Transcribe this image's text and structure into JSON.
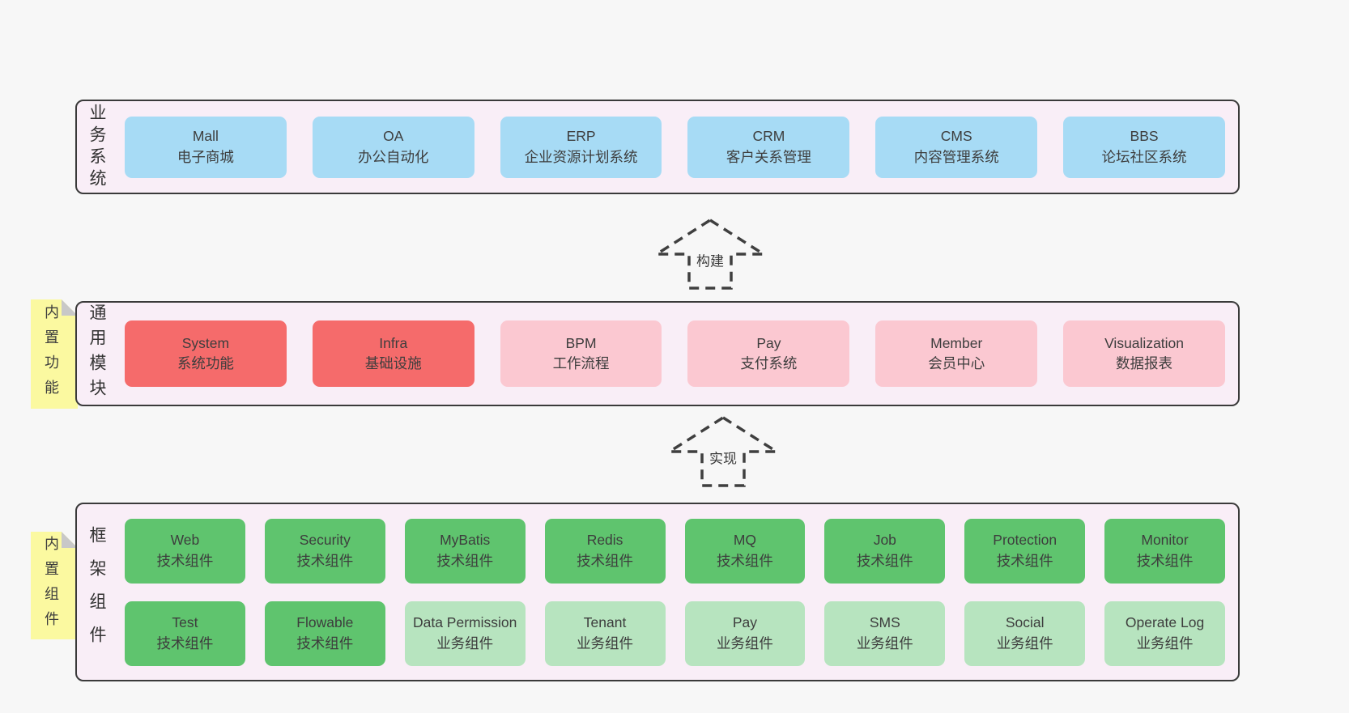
{
  "colors": {
    "page_bg": "#f7f7f7",
    "panel_bg": "#f9eef7",
    "panel_border": "#3a3a3a",
    "blue": "#a7dbf5",
    "red": "#f56b6b",
    "pink": "#fbc8d1",
    "green": "#5fc46e",
    "green_light": "#b7e4bf",
    "tag_bg": "#fbf9a0",
    "tag_fold": "#c8c8c8",
    "arrow_stroke": "#3f3f3f"
  },
  "arrows": [
    {
      "label": "构建"
    },
    {
      "label": "实现"
    }
  ],
  "panels": [
    {
      "label": "业务系统",
      "tag": "",
      "rows": [
        [
          {
            "title": "Mall",
            "subtitle": "电子商城",
            "variant": "blue"
          },
          {
            "title": "OA",
            "subtitle": "办公自动化",
            "variant": "blue"
          },
          {
            "title": "ERP",
            "subtitle": "企业资源计划系统",
            "variant": "blue"
          },
          {
            "title": "CRM",
            "subtitle": "客户关系管理",
            "variant": "blue"
          },
          {
            "title": "CMS",
            "subtitle": "内容管理系统",
            "variant": "blue"
          },
          {
            "title": "BBS",
            "subtitle": "论坛社区系统",
            "variant": "blue"
          }
        ]
      ]
    },
    {
      "label": "通用模块",
      "tag": "内置功能",
      "rows": [
        [
          {
            "title": "System",
            "subtitle": "系统功能",
            "variant": "red"
          },
          {
            "title": "Infra",
            "subtitle": "基础设施",
            "variant": "red"
          },
          {
            "title": "BPM",
            "subtitle": "工作流程",
            "variant": "pink"
          },
          {
            "title": "Pay",
            "subtitle": "支付系统",
            "variant": "pink"
          },
          {
            "title": "Member",
            "subtitle": "会员中心",
            "variant": "pink"
          },
          {
            "title": "Visualization",
            "subtitle": "数据报表",
            "variant": "pink"
          }
        ]
      ]
    },
    {
      "label": "框架组件",
      "tag": "内置组件",
      "rows": [
        [
          {
            "title": "Web",
            "subtitle": "技术组件",
            "variant": "green"
          },
          {
            "title": "Security",
            "subtitle": "技术组件",
            "variant": "green"
          },
          {
            "title": "MyBatis",
            "subtitle": "技术组件",
            "variant": "green"
          },
          {
            "title": "Redis",
            "subtitle": "技术组件",
            "variant": "green"
          },
          {
            "title": "MQ",
            "subtitle": "技术组件",
            "variant": "green"
          },
          {
            "title": "Job",
            "subtitle": "技术组件",
            "variant": "green"
          },
          {
            "title": "Protection",
            "subtitle": "技术组件",
            "variant": "green"
          },
          {
            "title": "Monitor",
            "subtitle": "技术组件",
            "variant": "green"
          }
        ],
        [
          {
            "title": "Test",
            "subtitle": "技术组件",
            "variant": "green"
          },
          {
            "title": "Flowable",
            "subtitle": "技术组件",
            "variant": "green"
          },
          {
            "title": "Data Permission",
            "subtitle": "业务组件",
            "variant": "green-light"
          },
          {
            "title": "Tenant",
            "subtitle": "业务组件",
            "variant": "green-light"
          },
          {
            "title": "Pay",
            "subtitle": "业务组件",
            "variant": "green-light"
          },
          {
            "title": "SMS",
            "subtitle": "业务组件",
            "variant": "green-light"
          },
          {
            "title": "Social",
            "subtitle": "业务组件",
            "variant": "green-light"
          },
          {
            "title": "Operate Log",
            "subtitle": "业务组件",
            "variant": "green-light"
          }
        ]
      ]
    }
  ]
}
